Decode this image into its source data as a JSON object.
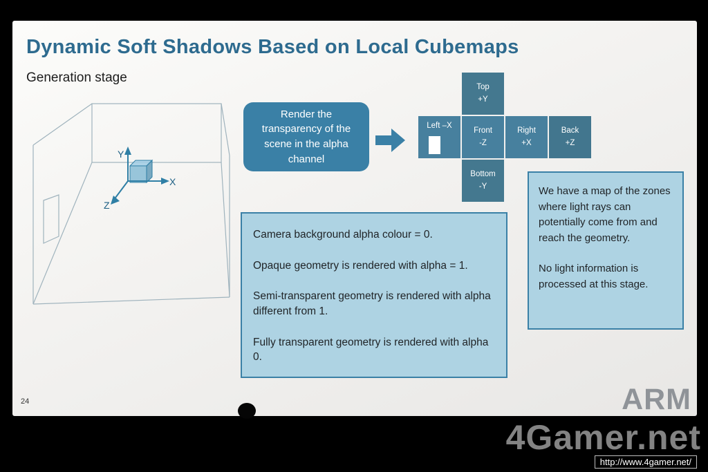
{
  "slide": {
    "title": "Dynamic Soft Shadows Based on Local Cubemaps",
    "subtitle": "Generation stage",
    "page_number": "24",
    "logo_text": "ARM"
  },
  "diagram": {
    "axes": {
      "x": "X",
      "y": "Y",
      "z": "Z"
    }
  },
  "callout": {
    "text": "Render the transparency of the scene in the alpha channel"
  },
  "cubemap": {
    "top": {
      "name": "Top",
      "axis": "+Y"
    },
    "left": {
      "name": "Left –X",
      "axis": ""
    },
    "front": {
      "name": "Front",
      "axis": "-Z"
    },
    "right": {
      "name": "Right",
      "axis": "+X"
    },
    "back": {
      "name": "Back",
      "axis": "+Z"
    },
    "bottom": {
      "name": "Bottom",
      "axis": "-Y"
    }
  },
  "alpha_box": {
    "lines": [
      "Camera background alpha colour =  0.",
      "Opaque geometry is rendered  with alpha = 1.",
      "Semi-transparent geometry is rendered with alpha different from 1.",
      "Fully transparent geometry is rendered with alpha 0."
    ]
  },
  "zones_box": {
    "lines": [
      "We have a map of the zones where light rays can potentially come from and reach the geometry.",
      "No light information is processed at this stage."
    ]
  },
  "watermark": {
    "logo": "4Gamer.net",
    "url": "http://www.4gamer.net/"
  },
  "colors": {
    "title_blue": "#2e6b8f",
    "callout_blue": "#3a80a6",
    "tile_blue": "#47809e",
    "panel_blue": "#aed3e3",
    "panel_border": "#3a80a6"
  }
}
